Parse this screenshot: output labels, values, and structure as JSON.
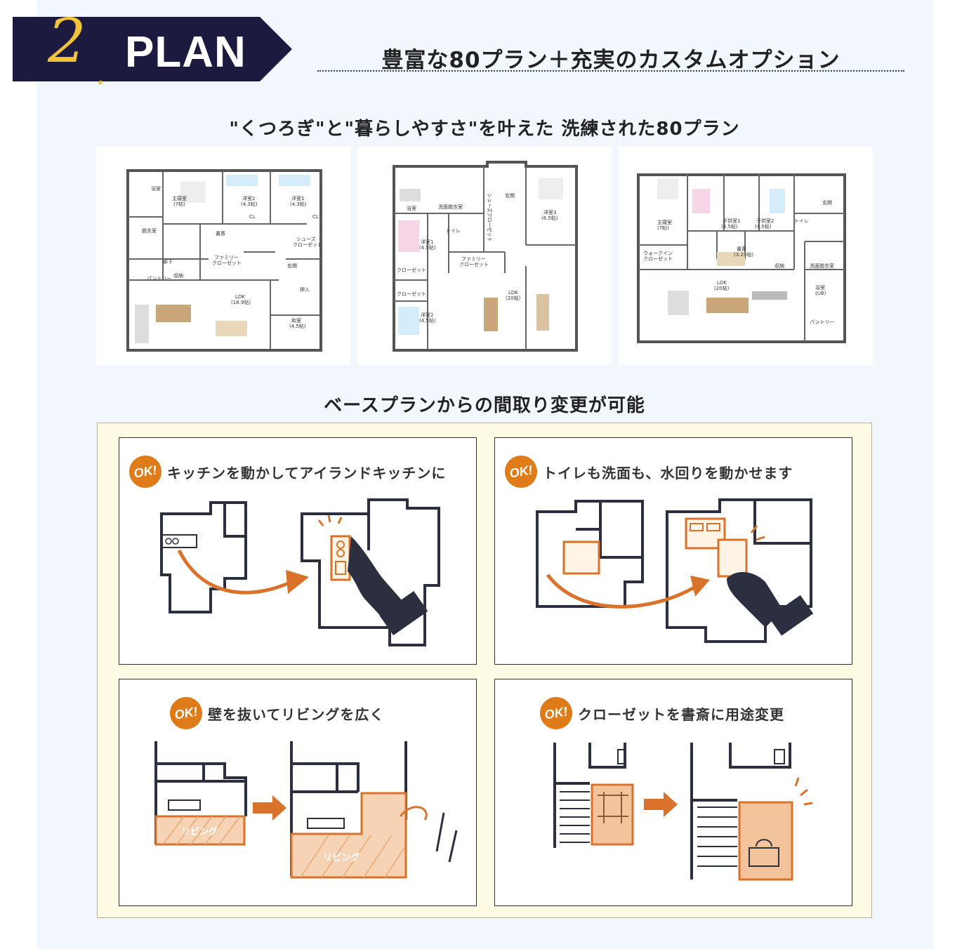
{
  "banner": {
    "number": "2",
    "dot": ".",
    "word": "PLAN"
  },
  "headline": "豊富な80プラン＋充実のカスタムオプション",
  "section1": {
    "title": "\"くつろぎ\"と\"暮らしやすさ\"を叶えた 洗練された80プラン"
  },
  "plans": [
    {
      "rooms": [
        "浴室",
        "主寝室",
        "(7帖)",
        "洋室2",
        "(4.3帖)",
        "洋室1",
        "(4.3帖)",
        "脱衣室",
        "書斎",
        "CL",
        "CL",
        "シューズ",
        "クローゼット",
        "廊下",
        "ファミリー",
        "クローゼット",
        "玄関",
        "収納",
        "パントリー",
        "LDK",
        "(18.9帖)",
        "押入",
        "和室",
        "(4.5帖)"
      ]
    },
    {
      "rooms": [
        "浴室",
        "洗面脱衣室",
        "シューズクローゼット",
        "玄関",
        "洋室3",
        "(6.5帖)",
        "洋室1",
        "(4.5帖)",
        "トイレ",
        "ファミリー",
        "クローゼット",
        "クローゼット",
        "クローゼット",
        "LDK",
        "(20帖)",
        "洋室2",
        "(4.5帖)"
      ]
    },
    {
      "rooms": [
        "主寝室",
        "(7帖)",
        "子供室1",
        "(4.5帖)",
        "子供室2",
        "(4.5帖)",
        "トイレ",
        "玄関",
        "ウォークイン",
        "クローゼット",
        "書斎",
        "(3.25帖)",
        "収納",
        "洗面脱衣室",
        "LDK",
        "(20帖)",
        "浴室",
        "(UB)",
        "パントリー"
      ]
    }
  ],
  "section2": {
    "title": "ベースプランからの間取り変更が可能"
  },
  "options": [
    {
      "badge": "OK!",
      "title": "キッチンを動かしてアイランドキッチンに"
    },
    {
      "badge": "OK!",
      "title": "トイレも洗面も、水回りを動かせます"
    },
    {
      "badge": "OK!",
      "title": "壁を抜いてリビングを広く",
      "label_before": "リビング",
      "label_after": "リビング"
    },
    {
      "badge": "OK!",
      "title": "クローゼットを書斎に用途変更"
    }
  ],
  "colors": {
    "navy": "#1d1a3f",
    "gold": "#f2c33a",
    "orange": "#e07b1a",
    "light_orange": "#f0b98a",
    "panel_blue": "#f1f7fd",
    "cream": "#fdfbe3"
  }
}
